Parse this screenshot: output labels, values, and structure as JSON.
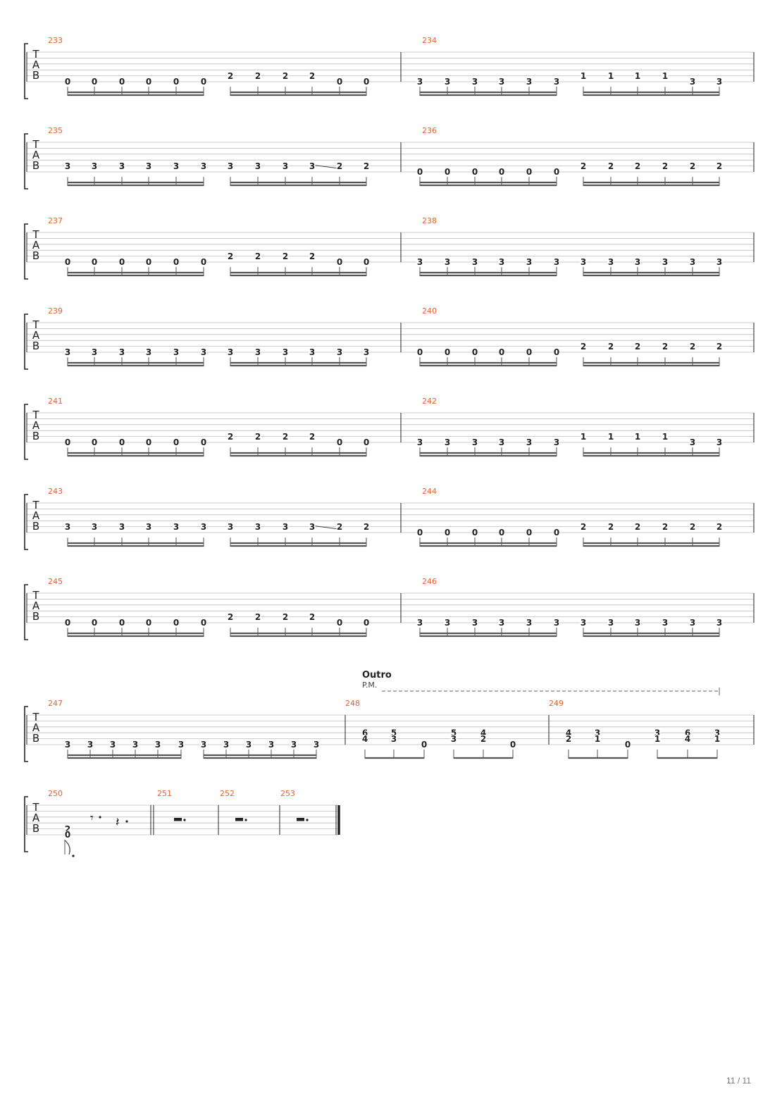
{
  "page": {
    "current": "11",
    "sep": " / ",
    "total": "11"
  },
  "clef": [
    "T",
    "A",
    "B"
  ],
  "section": {
    "title": "Outro",
    "palm_mute": "P.M."
  },
  "colors": {
    "measure_number": "#e8632b",
    "ink": "#222222",
    "staff_line": "#bdbdbd",
    "beam": "#555555"
  },
  "systems": [
    {
      "measures": [
        {
          "number": "233",
          "notes": [
            {
              "s": 6,
              "f": "0"
            },
            {
              "s": 6,
              "f": "0"
            },
            {
              "s": 6,
              "f": "0"
            },
            {
              "s": 6,
              "f": "0"
            },
            {
              "s": 6,
              "f": "0"
            },
            {
              "s": 6,
              "f": "0"
            },
            {
              "s": 5,
              "f": "2"
            },
            {
              "s": 5,
              "f": "2"
            },
            {
              "s": 5,
              "f": "2"
            },
            {
              "s": 5,
              "f": "2"
            },
            {
              "s": 6,
              "f": "0"
            },
            {
              "s": 6,
              "f": "0"
            }
          ]
        },
        {
          "number": "234",
          "notes": [
            {
              "s": 6,
              "f": "3"
            },
            {
              "s": 6,
              "f": "3"
            },
            {
              "s": 6,
              "f": "3"
            },
            {
              "s": 6,
              "f": "3"
            },
            {
              "s": 6,
              "f": "3"
            },
            {
              "s": 6,
              "f": "3"
            },
            {
              "s": 5,
              "f": "1"
            },
            {
              "s": 5,
              "f": "1"
            },
            {
              "s": 5,
              "f": "1"
            },
            {
              "s": 5,
              "f": "1"
            },
            {
              "s": 6,
              "f": "3"
            },
            {
              "s": 6,
              "f": "3"
            }
          ]
        }
      ]
    },
    {
      "measures": [
        {
          "number": "235",
          "notes": [
            {
              "s": 5,
              "f": "3"
            },
            {
              "s": 5,
              "f": "3"
            },
            {
              "s": 5,
              "f": "3"
            },
            {
              "s": 5,
              "f": "3"
            },
            {
              "s": 5,
              "f": "3"
            },
            {
              "s": 5,
              "f": "3"
            },
            {
              "s": 5,
              "f": "3"
            },
            {
              "s": 5,
              "f": "3"
            },
            {
              "s": 5,
              "f": "3"
            },
            {
              "s": 5,
              "f": "3",
              "slide": true
            },
            {
              "s": 5,
              "f": "2"
            },
            {
              "s": 5,
              "f": "2"
            }
          ]
        },
        {
          "number": "236",
          "notes": [
            {
              "s": 6,
              "f": "0"
            },
            {
              "s": 6,
              "f": "0"
            },
            {
              "s": 6,
              "f": "0"
            },
            {
              "s": 6,
              "f": "0"
            },
            {
              "s": 6,
              "f": "0"
            },
            {
              "s": 6,
              "f": "0"
            },
            {
              "s": 5,
              "f": "2"
            },
            {
              "s": 5,
              "f": "2"
            },
            {
              "s": 5,
              "f": "2"
            },
            {
              "s": 5,
              "f": "2"
            },
            {
              "s": 5,
              "f": "2"
            },
            {
              "s": 5,
              "f": "2"
            }
          ]
        }
      ]
    },
    {
      "measures": [
        {
          "number": "237",
          "notes": [
            {
              "s": 6,
              "f": "0"
            },
            {
              "s": 6,
              "f": "0"
            },
            {
              "s": 6,
              "f": "0"
            },
            {
              "s": 6,
              "f": "0"
            },
            {
              "s": 6,
              "f": "0"
            },
            {
              "s": 6,
              "f": "0"
            },
            {
              "s": 5,
              "f": "2"
            },
            {
              "s": 5,
              "f": "2"
            },
            {
              "s": 5,
              "f": "2"
            },
            {
              "s": 5,
              "f": "2"
            },
            {
              "s": 6,
              "f": "0"
            },
            {
              "s": 6,
              "f": "0"
            }
          ]
        },
        {
          "number": "238",
          "notes": [
            {
              "s": 6,
              "f": "3"
            },
            {
              "s": 6,
              "f": "3"
            },
            {
              "s": 6,
              "f": "3"
            },
            {
              "s": 6,
              "f": "3"
            },
            {
              "s": 6,
              "f": "3"
            },
            {
              "s": 6,
              "f": "3"
            },
            {
              "s": 6,
              "f": "3"
            },
            {
              "s": 6,
              "f": "3"
            },
            {
              "s": 6,
              "f": "3"
            },
            {
              "s": 6,
              "f": "3"
            },
            {
              "s": 6,
              "f": "3"
            },
            {
              "s": 6,
              "f": "3"
            }
          ]
        }
      ]
    },
    {
      "measures": [
        {
          "number": "239",
          "notes": [
            {
              "s": 6,
              "f": "3"
            },
            {
              "s": 6,
              "f": "3"
            },
            {
              "s": 6,
              "f": "3"
            },
            {
              "s": 6,
              "f": "3"
            },
            {
              "s": 6,
              "f": "3"
            },
            {
              "s": 6,
              "f": "3"
            },
            {
              "s": 6,
              "f": "3"
            },
            {
              "s": 6,
              "f": "3"
            },
            {
              "s": 6,
              "f": "3"
            },
            {
              "s": 6,
              "f": "3"
            },
            {
              "s": 6,
              "f": "3"
            },
            {
              "s": 6,
              "f": "3"
            }
          ]
        },
        {
          "number": "240",
          "notes": [
            {
              "s": 6,
              "f": "0"
            },
            {
              "s": 6,
              "f": "0"
            },
            {
              "s": 6,
              "f": "0"
            },
            {
              "s": 6,
              "f": "0"
            },
            {
              "s": 6,
              "f": "0"
            },
            {
              "s": 6,
              "f": "0"
            },
            {
              "s": 5,
              "f": "2"
            },
            {
              "s": 5,
              "f": "2"
            },
            {
              "s": 5,
              "f": "2"
            },
            {
              "s": 5,
              "f": "2"
            },
            {
              "s": 5,
              "f": "2"
            },
            {
              "s": 5,
              "f": "2"
            }
          ]
        }
      ]
    },
    {
      "measures": [
        {
          "number": "241",
          "notes": [
            {
              "s": 6,
              "f": "0"
            },
            {
              "s": 6,
              "f": "0"
            },
            {
              "s": 6,
              "f": "0"
            },
            {
              "s": 6,
              "f": "0"
            },
            {
              "s": 6,
              "f": "0"
            },
            {
              "s": 6,
              "f": "0"
            },
            {
              "s": 5,
              "f": "2"
            },
            {
              "s": 5,
              "f": "2"
            },
            {
              "s": 5,
              "f": "2"
            },
            {
              "s": 5,
              "f": "2"
            },
            {
              "s": 6,
              "f": "0"
            },
            {
              "s": 6,
              "f": "0"
            }
          ]
        },
        {
          "number": "242",
          "notes": [
            {
              "s": 6,
              "f": "3"
            },
            {
              "s": 6,
              "f": "3"
            },
            {
              "s": 6,
              "f": "3"
            },
            {
              "s": 6,
              "f": "3"
            },
            {
              "s": 6,
              "f": "3"
            },
            {
              "s": 6,
              "f": "3"
            },
            {
              "s": 5,
              "f": "1"
            },
            {
              "s": 5,
              "f": "1"
            },
            {
              "s": 5,
              "f": "1"
            },
            {
              "s": 5,
              "f": "1"
            },
            {
              "s": 6,
              "f": "3"
            },
            {
              "s": 6,
              "f": "3"
            }
          ]
        }
      ]
    },
    {
      "measures": [
        {
          "number": "243",
          "notes": [
            {
              "s": 5,
              "f": "3"
            },
            {
              "s": 5,
              "f": "3"
            },
            {
              "s": 5,
              "f": "3"
            },
            {
              "s": 5,
              "f": "3"
            },
            {
              "s": 5,
              "f": "3"
            },
            {
              "s": 5,
              "f": "3"
            },
            {
              "s": 5,
              "f": "3"
            },
            {
              "s": 5,
              "f": "3"
            },
            {
              "s": 5,
              "f": "3"
            },
            {
              "s": 5,
              "f": "3",
              "slide": true
            },
            {
              "s": 5,
              "f": "2"
            },
            {
              "s": 5,
              "f": "2"
            }
          ]
        },
        {
          "number": "244",
          "notes": [
            {
              "s": 6,
              "f": "0"
            },
            {
              "s": 6,
              "f": "0"
            },
            {
              "s": 6,
              "f": "0"
            },
            {
              "s": 6,
              "f": "0"
            },
            {
              "s": 6,
              "f": "0"
            },
            {
              "s": 6,
              "f": "0"
            },
            {
              "s": 5,
              "f": "2"
            },
            {
              "s": 5,
              "f": "2"
            },
            {
              "s": 5,
              "f": "2"
            },
            {
              "s": 5,
              "f": "2"
            },
            {
              "s": 5,
              "f": "2"
            },
            {
              "s": 5,
              "f": "2"
            }
          ]
        }
      ]
    },
    {
      "measures": [
        {
          "number": "245",
          "notes": [
            {
              "s": 6,
              "f": "0"
            },
            {
              "s": 6,
              "f": "0"
            },
            {
              "s": 6,
              "f": "0"
            },
            {
              "s": 6,
              "f": "0"
            },
            {
              "s": 6,
              "f": "0"
            },
            {
              "s": 6,
              "f": "0"
            },
            {
              "s": 5,
              "f": "2"
            },
            {
              "s": 5,
              "f": "2"
            },
            {
              "s": 5,
              "f": "2"
            },
            {
              "s": 5,
              "f": "2"
            },
            {
              "s": 6,
              "f": "0"
            },
            {
              "s": 6,
              "f": "0"
            }
          ]
        },
        {
          "number": "246",
          "notes": [
            {
              "s": 6,
              "f": "3"
            },
            {
              "s": 6,
              "f": "3"
            },
            {
              "s": 6,
              "f": "3"
            },
            {
              "s": 6,
              "f": "3"
            },
            {
              "s": 6,
              "f": "3"
            },
            {
              "s": 6,
              "f": "3"
            },
            {
              "s": 6,
              "f": "3"
            },
            {
              "s": 6,
              "f": "3"
            },
            {
              "s": 6,
              "f": "3"
            },
            {
              "s": 6,
              "f": "3"
            },
            {
              "s": 6,
              "f": "3"
            },
            {
              "s": 6,
              "f": "3"
            }
          ]
        }
      ]
    },
    {
      "measures": [
        {
          "number": "247",
          "notes": [
            {
              "s": 6,
              "f": "3"
            },
            {
              "s": 6,
              "f": "3"
            },
            {
              "s": 6,
              "f": "3"
            },
            {
              "s": 6,
              "f": "3"
            },
            {
              "s": 6,
              "f": "3"
            },
            {
              "s": 6,
              "f": "3"
            },
            {
              "s": 6,
              "f": "3"
            },
            {
              "s": 6,
              "f": "3"
            },
            {
              "s": 6,
              "f": "3"
            },
            {
              "s": 6,
              "f": "3"
            },
            {
              "s": 6,
              "f": "3"
            },
            {
              "s": 6,
              "f": "3"
            }
          ]
        },
        {
          "number": "248",
          "chords": [
            [
              {
                "s": 4,
                "f": "6"
              },
              {
                "s": 5,
                "f": "4"
              }
            ],
            [
              {
                "s": 4,
                "f": "5"
              },
              {
                "s": 5,
                "f": "3"
              }
            ],
            [
              {
                "s": 6,
                "f": "0"
              }
            ],
            [
              {
                "s": 4,
                "f": "5"
              },
              {
                "s": 5,
                "f": "3"
              }
            ],
            [
              {
                "s": 4,
                "f": "4"
              },
              {
                "s": 5,
                "f": "2"
              }
            ],
            [
              {
                "s": 6,
                "f": "0"
              }
            ]
          ]
        },
        {
          "number": "249",
          "chords": [
            [
              {
                "s": 4,
                "f": "4"
              },
              {
                "s": 5,
                "f": "2"
              }
            ],
            [
              {
                "s": 4,
                "f": "3"
              },
              {
                "s": 5,
                "f": "1"
              }
            ],
            [
              {
                "s": 6,
                "f": "0"
              }
            ],
            [
              {
                "s": 4,
                "f": "3"
              },
              {
                "s": 5,
                "f": "1"
              }
            ],
            [
              {
                "s": 4,
                "f": "6"
              },
              {
                "s": 5,
                "f": "4"
              }
            ],
            [
              {
                "s": 4,
                "f": "3"
              },
              {
                "s": 5,
                "f": "1"
              }
            ]
          ]
        }
      ]
    },
    {
      "measures": [
        {
          "number": "250",
          "chord": [
            {
              "s": 5,
              "f": "2"
            },
            {
              "s": 6,
              "f": "0"
            }
          ]
        },
        {
          "number": "251"
        },
        {
          "number": "252"
        },
        {
          "number": "253"
        }
      ]
    }
  ]
}
